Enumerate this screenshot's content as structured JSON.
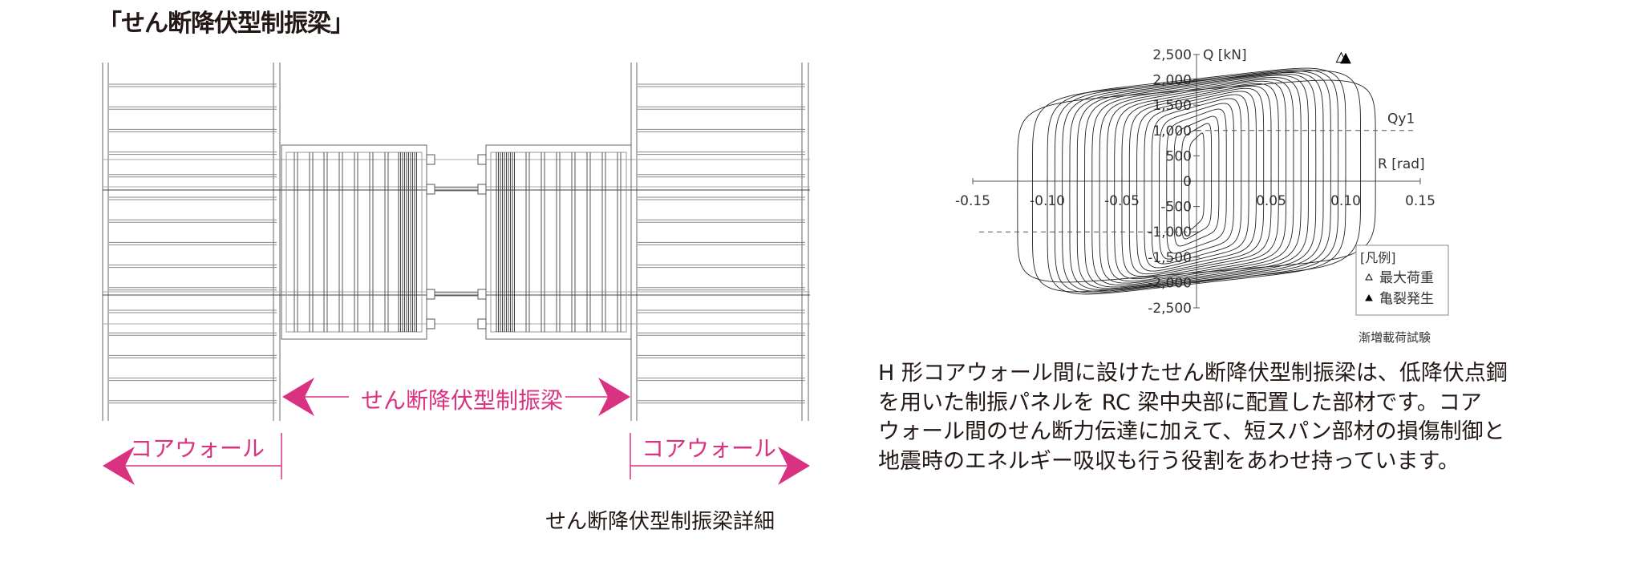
{
  "title": "「せん断降伏型制振梁」",
  "drawing": {
    "beam_label": "せん断降伏型制振梁",
    "core_wall_left": "コアウォール",
    "core_wall_right": "コアウォール",
    "caption": "せん断降伏型制振梁詳細",
    "accent_color": "#d93280"
  },
  "description": {
    "lines": [
      "H 形コアウォール間に設けたせん断降伏型制振梁は、低降伏点鋼",
      "を用いた制振パネルを RC 梁中央部に配置した部材です。コア",
      "ウォール間のせん断力伝達に加えて、短スパン部材の損傷制御と",
      "地震時のエネルギー吸収も行う役割をあわせ持っています。"
    ]
  },
  "chart_data": {
    "type": "line",
    "title": "",
    "caption": "漸増載荷試験",
    "xlabel": "R [rad]",
    "ylabel": "Q [kN]",
    "xlim": [
      -0.15,
      0.15
    ],
    "ylim": [
      -2500,
      2500
    ],
    "xticks": [
      "-0.15",
      "-0.10",
      "-0.05",
      "0.05",
      "0.10",
      "0.15"
    ],
    "xtick_values": [
      -0.15,
      -0.1,
      -0.05,
      0.05,
      0.1,
      0.15
    ],
    "yticks": [
      "2,500",
      "2,000",
      "1,500",
      "1,000",
      "500",
      "0",
      "-500",
      "-1,000",
      "-1,500",
      "-2,000",
      "-2,500"
    ],
    "ytick_values": [
      2500,
      2000,
      1500,
      1000,
      500,
      0,
      -500,
      -1000,
      -1500,
      -2000,
      -2500
    ],
    "qy1_label": "Qy1",
    "qy1_value": 1000,
    "hysteresis_loops": [
      {
        "R_amp": 0.005,
        "Q_peak": 1000
      },
      {
        "R_amp": 0.01,
        "Q_peak": 1200
      },
      {
        "R_amp": 0.015,
        "Q_peak": 1350
      },
      {
        "R_amp": 0.02,
        "Q_peak": 1500
      },
      {
        "R_amp": 0.025,
        "Q_peak": 1620
      },
      {
        "R_amp": 0.03,
        "Q_peak": 1720
      },
      {
        "R_amp": 0.035,
        "Q_peak": 1800
      },
      {
        "R_amp": 0.04,
        "Q_peak": 1870
      },
      {
        "R_amp": 0.045,
        "Q_peak": 1930
      },
      {
        "R_amp": 0.05,
        "Q_peak": 1980
      },
      {
        "R_amp": 0.055,
        "Q_peak": 2030
      },
      {
        "R_amp": 0.06,
        "Q_peak": 2080
      },
      {
        "R_amp": 0.065,
        "Q_peak": 2120
      },
      {
        "R_amp": 0.07,
        "Q_peak": 2160
      },
      {
        "R_amp": 0.075,
        "Q_peak": 2200
      },
      {
        "R_amp": 0.08,
        "Q_peak": 2230
      },
      {
        "R_amp": 0.085,
        "Q_peak": 2260
      },
      {
        "R_amp": 0.09,
        "Q_peak": 2290
      },
      {
        "R_amp": 0.095,
        "Q_peak": 2320
      },
      {
        "R_amp": 0.1,
        "Q_peak": 2350
      },
      {
        "R_amp": 0.11,
        "Q_peak": 2300
      },
      {
        "R_amp": 0.12,
        "Q_peak": 2100
      }
    ],
    "markers": [
      {
        "name": "最大荷重",
        "symbol": "open-triangle",
        "R": 0.097,
        "Q": 2380
      },
      {
        "name": "亀裂発生",
        "symbol": "filled-triangle",
        "R": 0.1,
        "Q": 2360
      }
    ],
    "legend": {
      "title": "[凡例]",
      "placement": "bottom-right",
      "items": [
        "最大荷重",
        "亀裂発生"
      ]
    },
    "grid": false
  }
}
